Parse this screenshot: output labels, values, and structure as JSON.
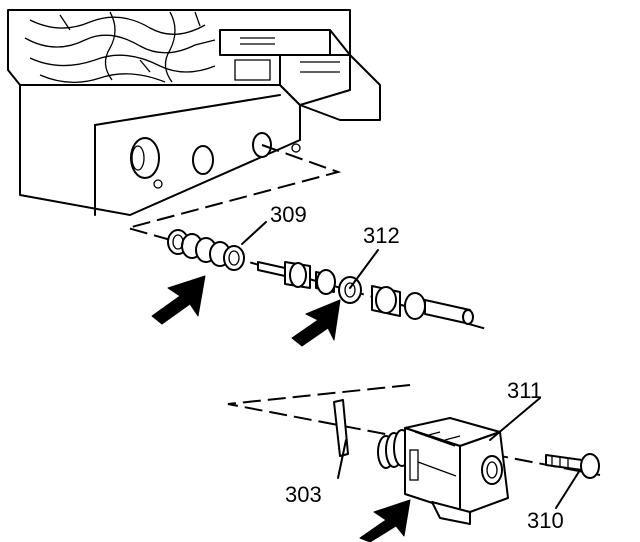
{
  "diagram": {
    "callouts": {
      "spring": "309",
      "valve": "312",
      "solenoid": "311",
      "retainer_pin": "303",
      "bolt": "310"
    }
  }
}
